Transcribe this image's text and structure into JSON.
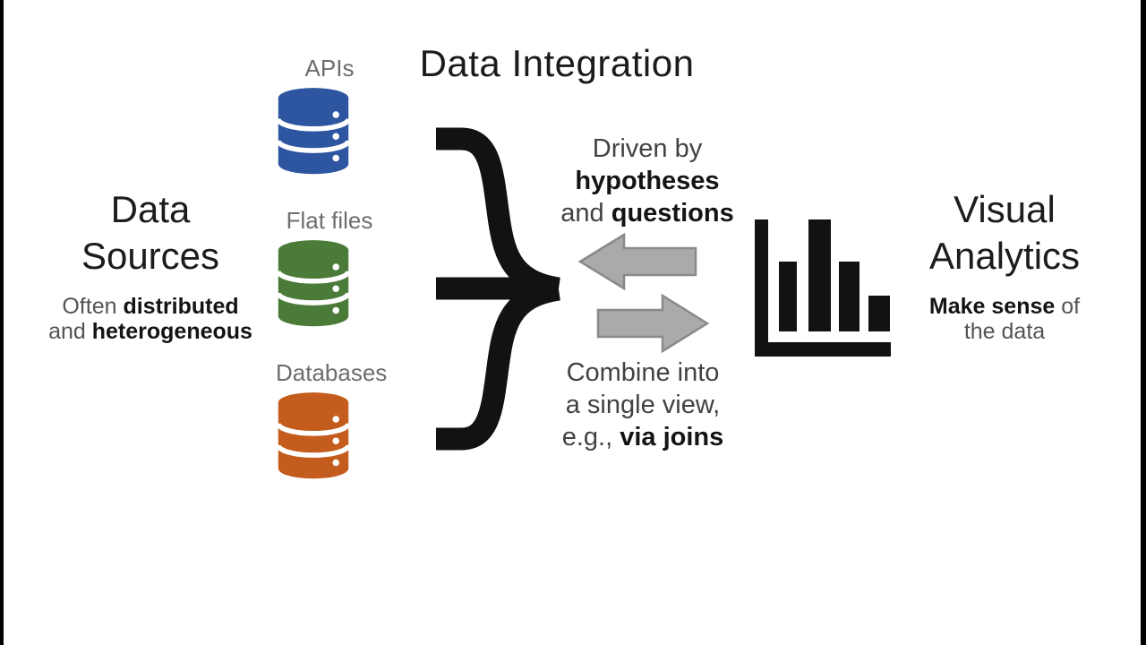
{
  "title": "Data Integration",
  "data_sources": {
    "heading_line1": "Data",
    "heading_line2": "Sources",
    "subtitle": {
      "regular1": "Often ",
      "bold1": "distributed",
      "regular2": "and ",
      "bold2": "heterogeneous"
    }
  },
  "sources": [
    {
      "label": "APIs",
      "color": "#2d55a0"
    },
    {
      "label": "Flat files",
      "color": "#4b7b38"
    },
    {
      "label": "Databases",
      "color": "#c45c1d"
    }
  ],
  "integration": {
    "driven": {
      "line1": "Driven by",
      "line2_bold": "hypotheses",
      "line3_regular": "and ",
      "line3_bold": "questions"
    },
    "combine": {
      "line1": "Combine into",
      "line2": "a single view,",
      "line3_regular": "e.g., ",
      "line3_bold": "via joins"
    }
  },
  "visual_analytics": {
    "heading_line1": "Visual",
    "heading_line2": "Analytics",
    "subtitle": {
      "bold1": "Make sense",
      "regular1": " of",
      "line2": "the data"
    }
  },
  "colors": {
    "api_blue": "#2d55a0",
    "flatfiles_green": "#4b7b38",
    "databases_orange": "#c45c1d",
    "arrow_fill": "#aaaaaa",
    "arrow_stroke": "#898989",
    "glyph_black": "#121212",
    "letterbox_black": "#000000"
  }
}
